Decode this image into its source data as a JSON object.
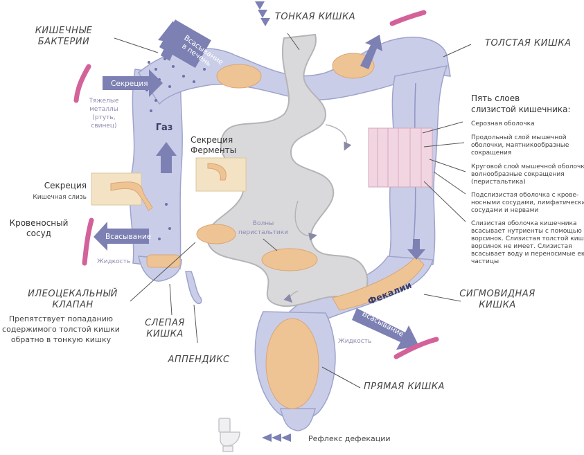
{
  "labels": {
    "small_intestine": "ТОНКАЯ КИШКА",
    "large_intestine": "ТОЛСТАЯ КИШКА",
    "gut_bacteria_1": "КИШЕЧНЫЕ",
    "gut_bacteria_2": "БАКТЕРИИ",
    "absorption_liver_1": "Всасывание",
    "absorption_liver_2": "в печень",
    "secretion_top": "Секреция",
    "heavy_metals_1": "Тяжелые",
    "heavy_metals_2": "металлы",
    "heavy_metals_3": "(ртуть,",
    "heavy_metals_4": "свинец)",
    "gas": "Газ",
    "secretion_enzymes_1": "Секреция",
    "secretion_enzymes_2": "Ферменты",
    "secretion_left": "Секреция",
    "intestinal_mucus": "Кишечная слизь",
    "blood_vessel_1": "Кровеносный",
    "blood_vessel_2": "сосуд",
    "absorption_left": "Всасывание",
    "fluid_left": "Жидкость",
    "peristalsis_1": "Волны",
    "peristalsis_2": "перистальтики",
    "ileocecal_1": "ИЛЕОЦЕКАЛЬНЫЙ",
    "ileocecal_2": "КЛАПАН",
    "ileocecal_desc_1": "Препятствует попаданию",
    "ileocecal_desc_2": "содержимого толстой кишки",
    "ileocecal_desc_3": "обратно в тонкую кишку",
    "cecum_1": "СЛЕПАЯ",
    "cecum_2": "КИШКА",
    "appendix": "АППЕНДИКС",
    "feces": "Фекалии",
    "absorption_right": "Всасывание",
    "fluid_right": "Жидкость",
    "sigmoid_1": "СИГМОВИДНАЯ",
    "sigmoid_2": "КИШКА",
    "rectum": "ПРЯМАЯ КИШКА",
    "defecation_reflex": "Рефлекс дефекации"
  },
  "layers": {
    "title_1": "Пять слоев",
    "title_2": "слизистой кишечника:",
    "serous": "Серозная оболочка",
    "longitudinal_1": "Продольный слой мышечной",
    "longitudinal_2": "оболочки, маятникообразные",
    "longitudinal_3": "сокращения",
    "circular_1": "Круговой слой мышечной оболочки,",
    "circular_2": "волнообразные сокращения",
    "circular_3": "(перистальтика)",
    "submucosa_1": "Подслизистая оболочка с крове-",
    "submucosa_2": "носными сосудами, лимфатическими",
    "submucosa_3": "сосудами и нервами",
    "mucosa_1": "Слизистая оболочка кишечника",
    "mucosa_2": "всасывает нутриенты с помощью",
    "mucosa_3": "ворсинок. Слизистая толстой кишки",
    "mucosa_4": "ворсинок не имеет. Слизистая",
    "mucosa_5": "всасывает воду и переносимые ею",
    "mucosa_6": "частицы"
  },
  "colors": {
    "colon": "#c9cde8",
    "colon_edge": "#9ea3cc",
    "small_intestine": "#d9d9db",
    "small_edge": "#b4b4b8",
    "content": "#efc494",
    "arrow": "#7d80b3",
    "vessel": "#d4629a",
    "layer_pink": "#f1d6e2"
  }
}
